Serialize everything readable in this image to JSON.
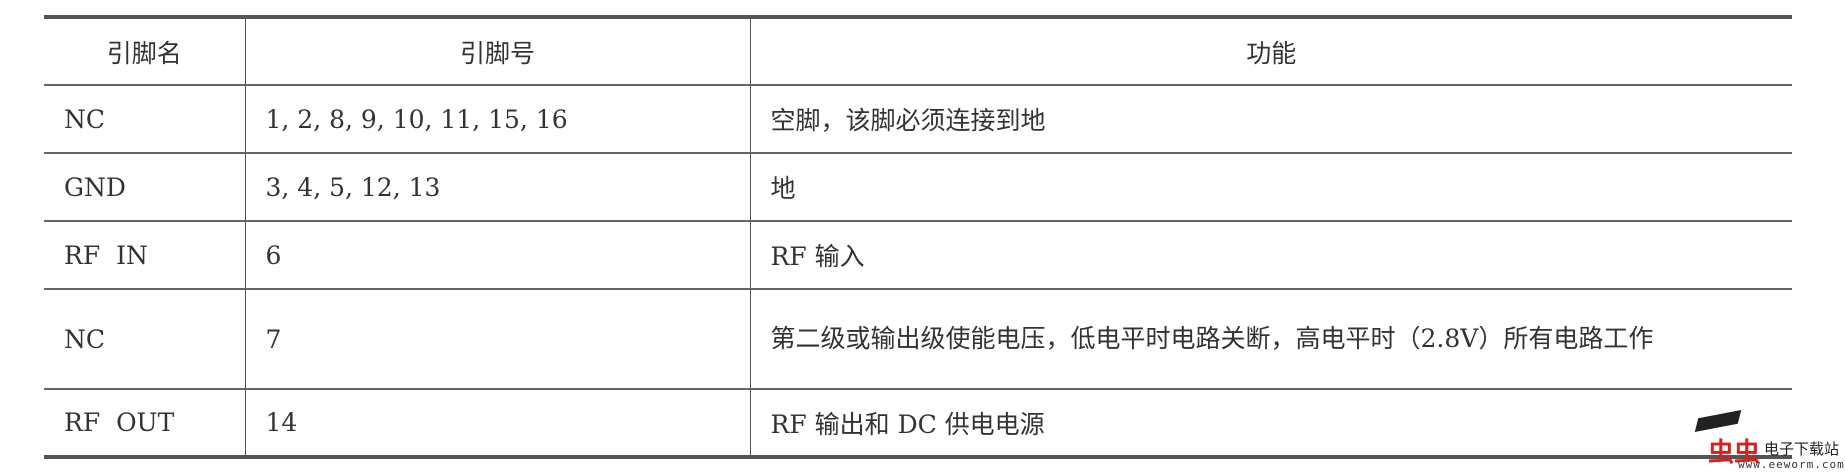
{
  "table": {
    "headers": [
      "引脚名",
      "引脚号",
      "功能"
    ],
    "rows": [
      {
        "name": "NC",
        "pins": "1, 2, 8, 9, 10, 11, 15, 16",
        "function": "空脚，该脚必须连接到地"
      },
      {
        "name": "GND",
        "pins": "3, 4, 5, 12, 13",
        "function": "地"
      },
      {
        "name": "RF  IN",
        "pins": "6",
        "function": "RF 输入"
      },
      {
        "name": "NC",
        "pins": "7",
        "function": "第二级或输出级使能电压，低电平时电路关断，高电平时（2.8V）所有电路工作"
      },
      {
        "name": "RF  OUT",
        "pins": "14",
        "function": "RF 输出和 DC 供电电源"
      }
    ]
  },
  "watermark": {
    "brand": "虫虫",
    "name": "电子下载站",
    "url": "www.eeworm.com",
    "brand_color": "#d42020"
  }
}
